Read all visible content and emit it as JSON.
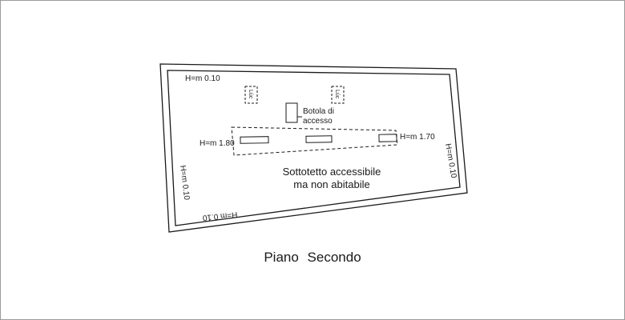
{
  "plan": {
    "caption": "Piano Secondo",
    "room_label_line1": "Sottotetto accessibile",
    "room_label_line2": "ma non abitabile",
    "hatch_label_line1": "Botola di",
    "hatch_label_line2": "accesso",
    "height_top_left": "H=m 0.10",
    "height_ridge_left": "H=m 1.80",
    "height_ridge_right": "H=m 1.70",
    "height_right_wall": "H=m 0.10",
    "height_left_wall": "H=m 0.10",
    "height_bottom_wall": "H=m 0.10",
    "vent_label": "Lúc",
    "colors": {
      "line": "#1a1a1a",
      "frame_border": "#9a9a9a",
      "background": "#ffffff"
    }
  }
}
